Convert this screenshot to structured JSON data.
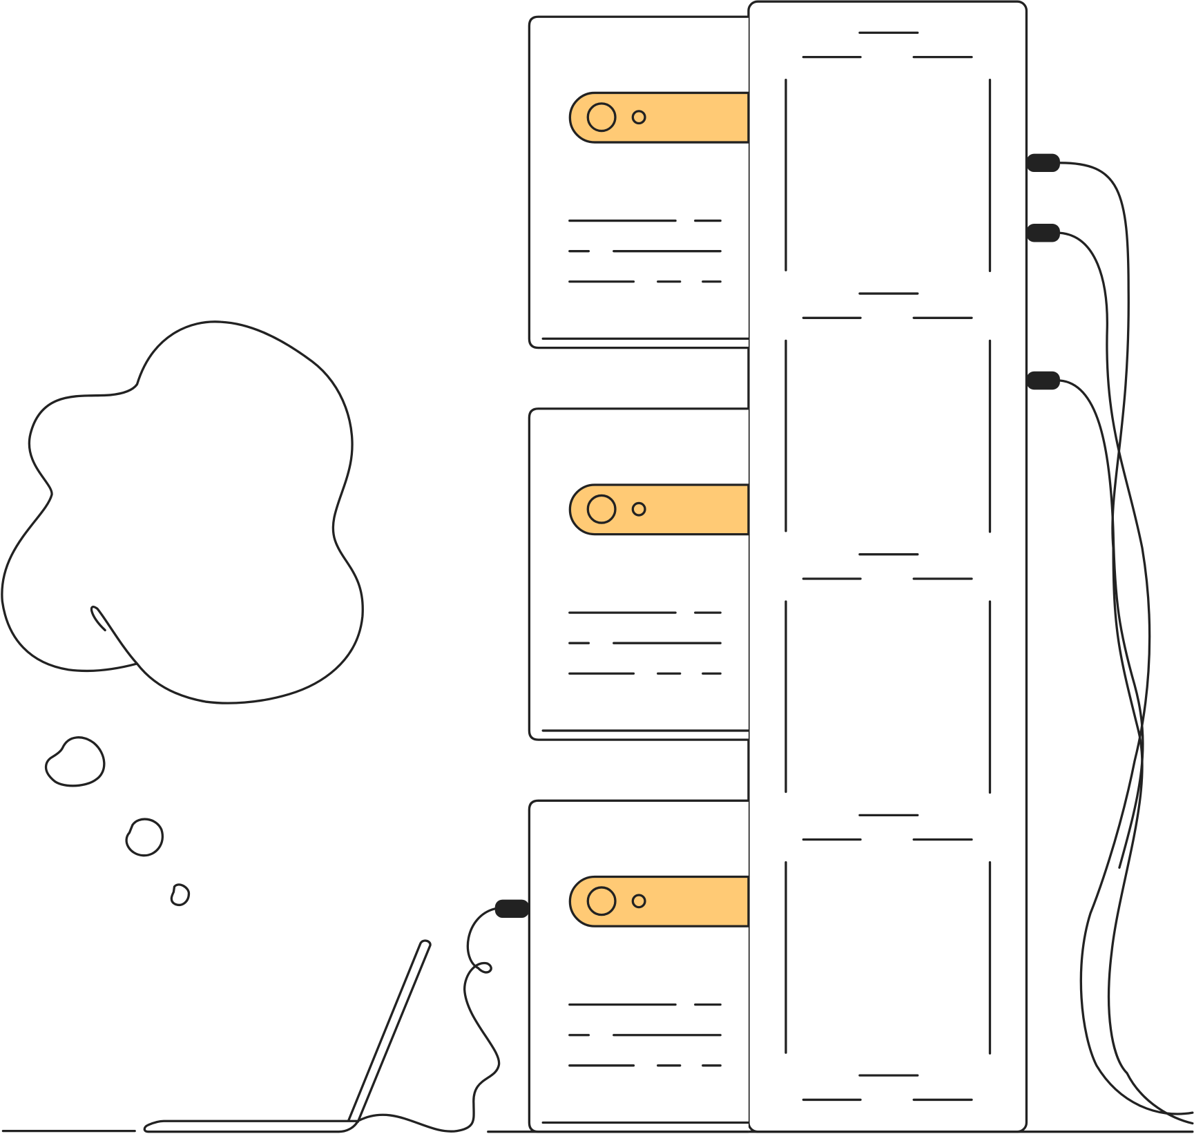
{
  "illustration": {
    "subject": "server-rack-with-cloud-and-laptop",
    "colors": {
      "stroke": "#222222",
      "accent": "#FFCA75",
      "background": "#ffffff",
      "plug": "#222222"
    },
    "server_count": 3,
    "rack_sections": 4
  }
}
